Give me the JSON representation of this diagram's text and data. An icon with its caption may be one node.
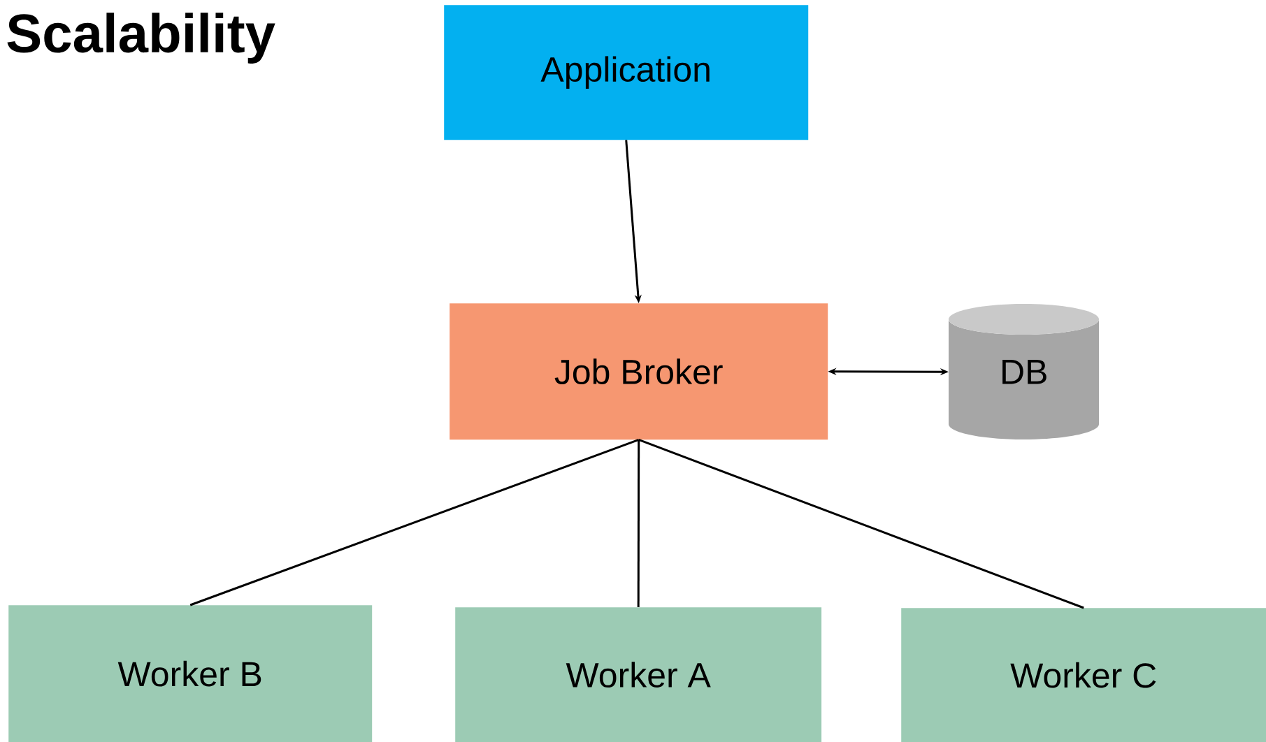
{
  "diagram": {
    "title": "Scalability",
    "nodes": [
      {
        "text": [
          "Application"
        ]
      },
      {
        "text": [
          "Job Broker"
        ]
      },
      {
        "text": [
          "DB"
        ]
      },
      {
        "text": [
          "Worker B"
        ]
      },
      {
        "text": [
          "Worker A"
        ]
      },
      {
        "text": [
          "Worker C"
        ]
      }
    ],
    "edges": [
      {
        "from": 0,
        "to": 1,
        "arrow": "to"
      },
      {
        "from": 1,
        "to": 2,
        "arrow": "both"
      },
      {
        "from": 1,
        "to": 3,
        "arrow": "none"
      },
      {
        "from": 1,
        "to": 4,
        "arrow": "none"
      },
      {
        "from": 1,
        "to": 5,
        "arrow": "none"
      }
    ]
  }
}
